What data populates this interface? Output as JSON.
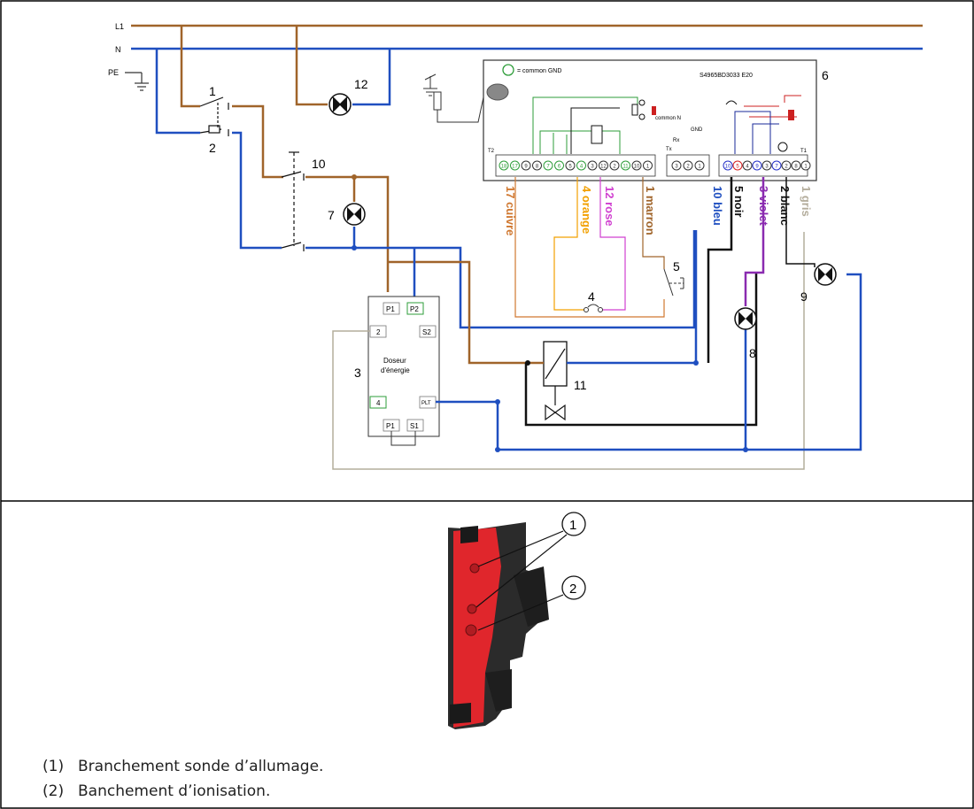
{
  "lines": {
    "L1": "L1",
    "N": "N",
    "PE": "PE"
  },
  "component_numbers": {
    "c1": "1",
    "c2": "2",
    "c3": "3",
    "c4": "4",
    "c5": "5",
    "c6": "6",
    "c7": "7",
    "c8": "8",
    "c9": "9",
    "c10": "10",
    "c11": "11",
    "c12": "12"
  },
  "controller": {
    "model": "S4965BD3033 E20",
    "gnd_note": "= common GND",
    "common_n": "common N",
    "gnd": "GND",
    "rx": "Rx",
    "tx": "Tx",
    "block_t2": "T2",
    "block_t1": "T1",
    "t2_terminals": [
      "18",
      "17",
      "9",
      "8",
      "7",
      "6",
      "5",
      "4",
      "3",
      "12",
      "2",
      "11",
      "10",
      "1"
    ],
    "mid_terminals": [
      "3",
      "2",
      "1"
    ],
    "t1_terminals": [
      "10",
      "5",
      "4",
      "9",
      "3",
      "7",
      "2",
      "8",
      "1"
    ],
    "t2_colors": [
      "#2e9d3a",
      "#2e9d3a",
      "#333333",
      "#333333",
      "#2e9d3a",
      "#2e9d3a",
      "#333333",
      "#2e9d3a",
      "#333333",
      "#333333",
      "#333333",
      "#2e9d3a",
      "#333333",
      "#333333"
    ],
    "t1_colors": [
      "#2430c8",
      "#d62020",
      "#333333",
      "#2430c8",
      "#333333",
      "#2430c8",
      "#333333",
      "#333333",
      "#333333"
    ]
  },
  "wire_labels": {
    "w17": "17 cuivre",
    "w4": "4 orange",
    "w12": "12 rose",
    "w1m": "1 marron",
    "w10": "10 bleu",
    "w5": "5 noir",
    "w3": "3 violet",
    "w2": "2 blanc",
    "w1g": "1 gris"
  },
  "wire_colors": {
    "brown": "#a0642a",
    "blue": "#1f4fc0",
    "navy": "#1a2a9a",
    "black": "#111111",
    "violet": "#8a2bb0",
    "grey": "#b4ad9c",
    "orange": "#f2a000",
    "pink": "#d040d0",
    "copper": "#d07830",
    "green": "#2e9d3a",
    "red": "#cc2020"
  },
  "energy_meter": {
    "title_line1": "Doseur",
    "title_line2": "d'énergie",
    "terms": {
      "p1": "P1",
      "p2": "P2",
      "t2": "2",
      "s2": "S2",
      "t4": "4",
      "plt": "PLT",
      "p1b": "P1",
      "s1": "S1"
    }
  },
  "photo_callouts": {
    "a": "1",
    "b": "2"
  },
  "captions": [
    {
      "num": "(1)",
      "text": "Branchement sonde d’allumage."
    },
    {
      "num": "(2)",
      "text": "Banchement d’ionisation."
    }
  ]
}
